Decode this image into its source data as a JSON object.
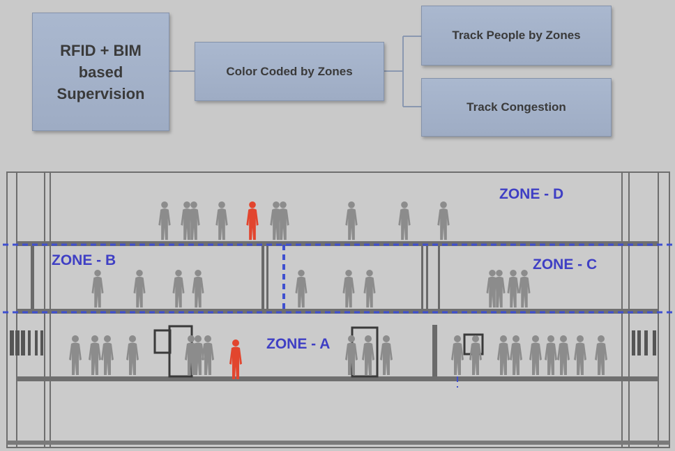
{
  "flow": {
    "root": "RFID + BIM based Supervision",
    "middle": "Color Coded by Zones",
    "branch_top": "Track People by Zones",
    "branch_bottom": "Track Congestion"
  },
  "zones": {
    "d": "ZONE - D",
    "b": "ZONE - B",
    "c": "ZONE - C",
    "a": "ZONE - A"
  },
  "colors": {
    "box_fill": "#a4b2ca",
    "zone_line": "#3f4fd0",
    "zone_text": "#3f3fc4",
    "person_normal": "#8c8c8c",
    "person_highlight": "#e2452e",
    "background": "#c9c9c9"
  }
}
